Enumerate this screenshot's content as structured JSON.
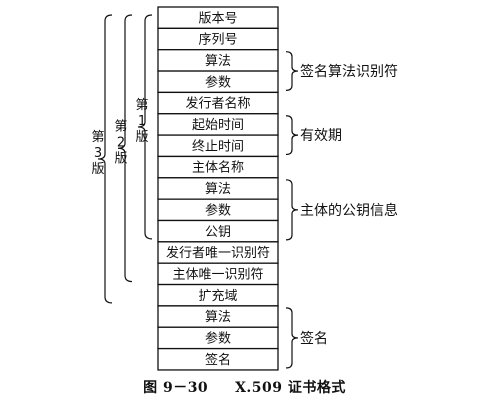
{
  "fields": [
    "版本号",
    "序列号",
    "算法",
    "参数",
    "发行者名称",
    "起始时间",
    "终止时间",
    "主体名称",
    "算法",
    "参数",
    "公钥",
    "发行者唯一识别符",
    "主体唯一识别符",
    "扩充域",
    "算法",
    "参数",
    "签名"
  ],
  "groups": [
    {
      "label": "签名算法识别符",
      "from": 2,
      "to": 3
    },
    {
      "label": "有效期",
      "from": 5,
      "to": 6
    },
    {
      "label": "主体的公钥信息",
      "from": 8,
      "to": 10
    },
    {
      "label": "签名",
      "from": 14,
      "to": 16
    }
  ],
  "versions": [
    {
      "label": [
        "第",
        "1",
        "版"
      ],
      "to": 10
    },
    {
      "label": [
        "第",
        "2",
        "版"
      ],
      "to": 12
    },
    {
      "label": [
        "第",
        "3",
        "版"
      ],
      "to": 13
    }
  ],
  "caption": {
    "figure_no": "图 9－30",
    "title": "X.509 证书格式"
  }
}
